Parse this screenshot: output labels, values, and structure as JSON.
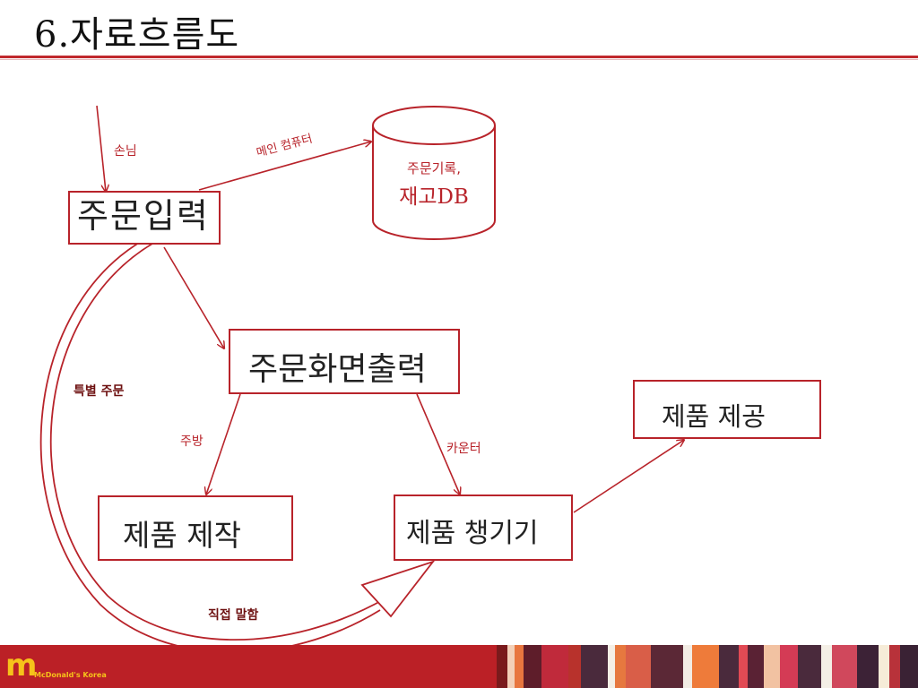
{
  "title": "6.자료흐름도",
  "nodes": {
    "order_input": "주문입력",
    "db_line1": "주문기록,",
    "db_line2": "재고DB",
    "order_screen": "주문화면출력",
    "product_make": "제품 제작",
    "product_pack": "제품 챙기기",
    "product_serve": "제품 제공"
  },
  "edges": {
    "customer": "손님",
    "main_computer": "메인 컴퓨터",
    "special_order": "특별 주문",
    "kitchen": "주방",
    "counter": "카운터",
    "direct_speak": "직접 말함"
  },
  "footer": {
    "logo_glyph": "m",
    "brand": "McDonald's Korea"
  },
  "colors": {
    "accent": "#b8232a",
    "footer": "#bb2026",
    "logo": "#f6c21a"
  }
}
